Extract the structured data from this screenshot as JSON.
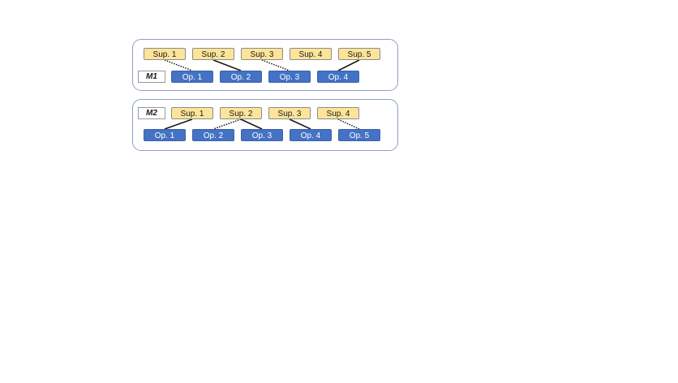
{
  "models": [
    {
      "label": "M1",
      "suppliers": [
        "Sup. 1",
        "Sup. 2",
        "Sup. 3",
        "Sup. 4",
        "Sup. 5"
      ],
      "operations": [
        "Op. 1",
        "Op. 2",
        "Op. 3",
        "Op. 4"
      ],
      "links": [
        {
          "from": "Sup. 1",
          "to": "Op. 1",
          "style": "dotted"
        },
        {
          "from": "Sup. 2",
          "to": "Op. 2",
          "style": "solid"
        },
        {
          "from": "Sup. 3",
          "to": "Op. 3",
          "style": "dotted"
        },
        {
          "from": "Sup. 5",
          "to": "Op. 4",
          "style": "solid"
        }
      ]
    },
    {
      "label": "M2",
      "suppliers": [
        "Sup. 1",
        "Sup. 2",
        "Sup. 3",
        "Sup. 4"
      ],
      "operations": [
        "Op. 1",
        "Op. 2",
        "Op. 3",
        "Op. 4",
        "Op. 5"
      ],
      "links": [
        {
          "from": "Sup. 1",
          "to": "Op. 1",
          "style": "solid"
        },
        {
          "from": "Sup. 2",
          "to": "Op. 2",
          "style": "dotted"
        },
        {
          "from": "Sup. 2",
          "to": "Op. 3",
          "style": "solid"
        },
        {
          "from": "Sup. 3",
          "to": "Op. 4",
          "style": "solid"
        },
        {
          "from": "Sup. 4",
          "to": "Op. 5",
          "style": "dotted"
        }
      ]
    }
  ],
  "colors": {
    "supplier_fill": "#fde49a",
    "operation_fill": "#4472c4",
    "panel_border": "#8da0c2",
    "link": "#1a1a1a"
  }
}
